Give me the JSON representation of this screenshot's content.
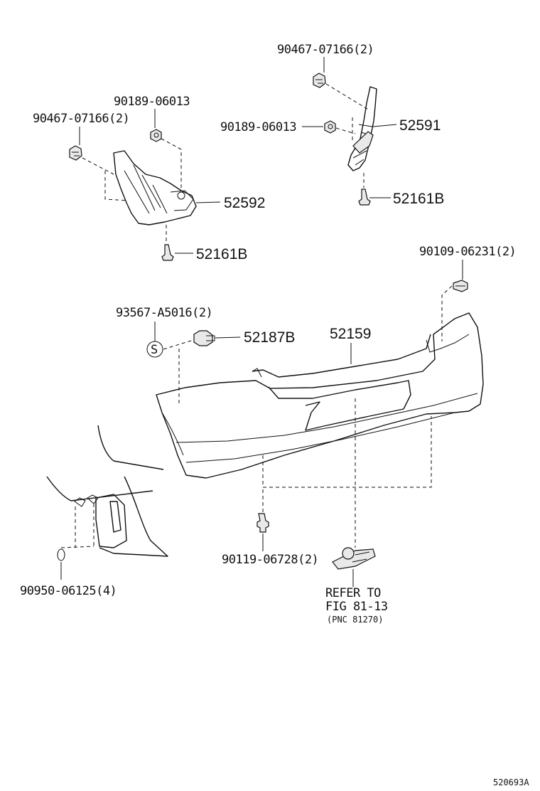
{
  "parts": {
    "screw_top_right": "90467-07166(2)",
    "screw_top_left": "90467-07166(2)",
    "nut_left": "90189-06013",
    "nut_right": "90189-06013",
    "mudguard_right": "52591",
    "mudguard_left": "52592",
    "clip_right": "52161B",
    "clip_left": "52161B",
    "screw_bumper_right": "90109-06231(2)",
    "nut_s": "93567-A5016(2)",
    "bolt_52187b": "52187B",
    "bumper_cover": "52159",
    "clip_bottom": "90119-06728(2)",
    "plug": "90950-06125(4)"
  },
  "reference": {
    "line1": "REFER TO",
    "line2": "FIG 81-13",
    "line3": "(PNC 81270)"
  },
  "symbols": {
    "s_mark": "S"
  },
  "figure_id": "520693A"
}
